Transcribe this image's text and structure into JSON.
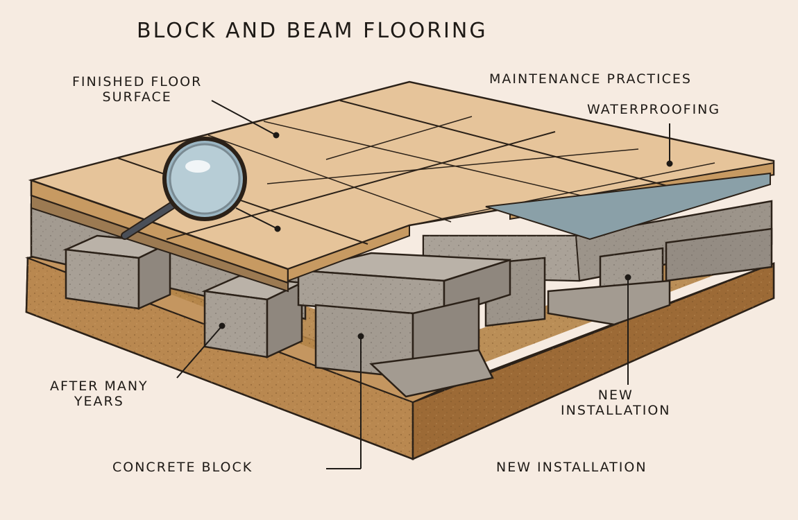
{
  "diagram": {
    "title": "BLOCK AND BEAM FLOORING",
    "labels": {
      "finished_floor_line1": "FINISHED FLOOR",
      "finished_floor_line2": "SURFACE",
      "maintenance": "MAINTENANCE PRACTICES",
      "waterproofing": "WATERPROOFING",
      "after_many_line1": "AFTER MANY",
      "after_many_line2": "YEARS",
      "new_installation_right_line1": "NEW",
      "new_installation_right_line2": "INSTALLATION",
      "concrete_block": "CONCRETE BLOCK",
      "new_installation_bottom": "NEW INSTALLATION"
    },
    "icons": [
      "magnifying-glass-icon"
    ],
    "colors": {
      "background": "#f6ebe1",
      "tile": "#e6c49a",
      "concrete": "#a39b91",
      "soil": "#b98850",
      "membrane": "#8aa0a8"
    }
  }
}
